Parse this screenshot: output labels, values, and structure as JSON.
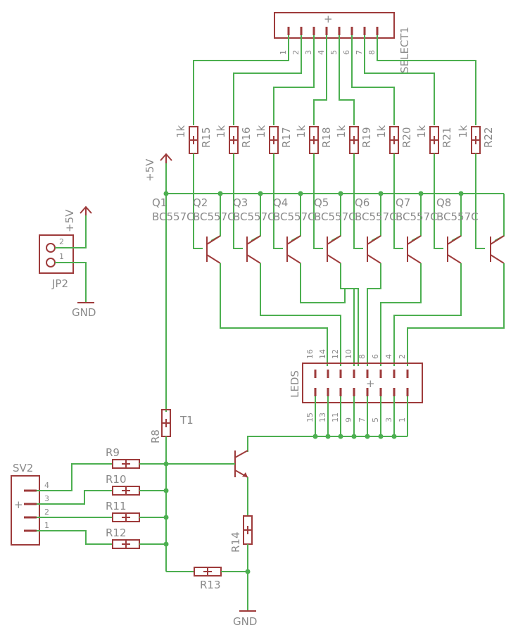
{
  "components": {
    "select_header": {
      "name": "SELECT1",
      "pins": [
        "1",
        "2",
        "3",
        "4",
        "5",
        "6",
        "7",
        "8"
      ],
      "plus": "+"
    },
    "leds_header": {
      "name": "LEDS",
      "pins_top": [
        "16",
        "14",
        "12",
        "10",
        "8",
        "6",
        "4",
        "2"
      ],
      "pins_bottom": [
        "15",
        "13",
        "11",
        "9",
        "7",
        "5",
        "3",
        "1"
      ],
      "plus": "+"
    },
    "resistors_top": [
      {
        "name": "R15",
        "value": "1k"
      },
      {
        "name": "R16",
        "value": "1k"
      },
      {
        "name": "R17",
        "value": "1k"
      },
      {
        "name": "R18",
        "value": "1k"
      },
      {
        "name": "R19",
        "value": "1k"
      },
      {
        "name": "R20",
        "value": "1k"
      },
      {
        "name": "R21",
        "value": "1k"
      },
      {
        "name": "R22",
        "value": "1k"
      }
    ],
    "transistors": [
      {
        "name": "Q1",
        "type": "BC557C"
      },
      {
        "name": "Q2",
        "type": "BC557C"
      },
      {
        "name": "Q3",
        "type": "BC557C"
      },
      {
        "name": "Q4",
        "type": "BC557C"
      },
      {
        "name": "Q5",
        "type": "BC557C"
      },
      {
        "name": "Q6",
        "type": "BC557C"
      },
      {
        "name": "Q7",
        "type": "BC557C"
      },
      {
        "name": "Q8",
        "type": "BC557C"
      }
    ],
    "jp2": {
      "name": "JP2",
      "pins": [
        "2",
        "1"
      ],
      "supply": "+5V",
      "ground": "GND"
    },
    "sv2": {
      "name": "SV2",
      "pins": [
        "4",
        "3",
        "2",
        "1"
      ],
      "plus": "+"
    },
    "left_resistors": [
      "R9",
      "R10",
      "R11",
      "R12"
    ],
    "r8": "R8",
    "t1": "T1",
    "r13": "R13",
    "r14": "R14",
    "supply_main": "+5V",
    "ground_main": "GND"
  }
}
